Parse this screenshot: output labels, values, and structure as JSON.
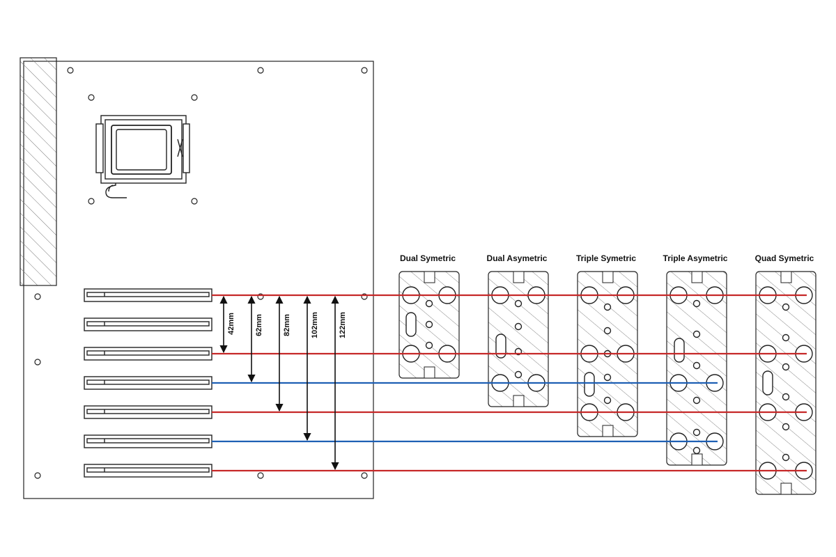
{
  "colors": {
    "accent_red": "#c62828",
    "accent_blue": "#1e5fb4",
    "outline": "#222222",
    "hatch": "#666666"
  },
  "spacings": [
    "42mm",
    "62mm",
    "82mm",
    "102mm",
    "122mm"
  ],
  "bridges": [
    {
      "name": "Dual Symetric"
    },
    {
      "name": "Dual Asymetric"
    },
    {
      "name": "Triple Symetric"
    },
    {
      "name": "Triple Asymetric"
    },
    {
      "name": "Quad Symetric"
    }
  ],
  "slot_line_colors": [
    "red",
    "none",
    "red",
    "blue",
    "red",
    "blue",
    "red"
  ]
}
